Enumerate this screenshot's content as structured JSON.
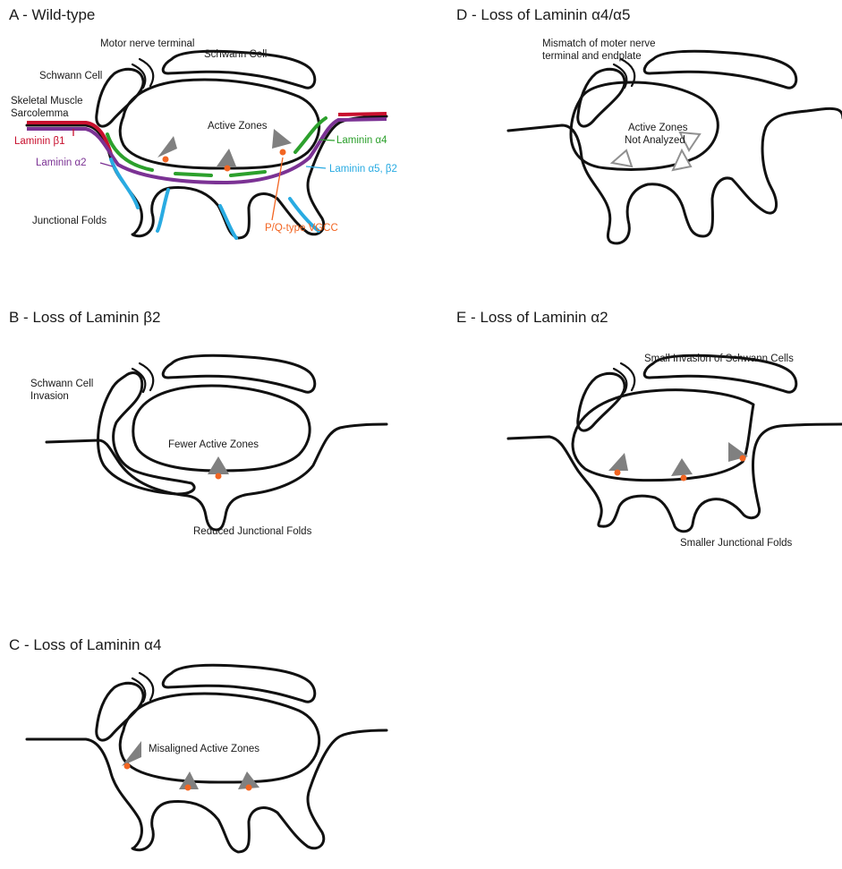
{
  "colors": {
    "outline": "#111111",
    "active_zone": "#808080",
    "vgcc": "#f26522",
    "laminin_b1": "#c8102e",
    "laminin_a2": "#7b3294",
    "laminin_a4": "#2ca02c",
    "laminin_a5_b2": "#29abe2"
  },
  "panels": {
    "a": {
      "title": "A - Wild-type",
      "labels": {
        "motor_nerve_terminal": "Motor nerve terminal",
        "schwann_cell_top": "Schwann Cell",
        "schwann_cell_left": "Schwann Cell",
        "skeletal_muscle_1": "Skeletal Muscle",
        "skeletal_muscle_2": "Sarcolemma",
        "active_zones": "Active Zones",
        "laminin_b1": "Laminin β1",
        "laminin_a2": "Laminin α2",
        "laminin_a4": "Laminin α4",
        "laminin_a5_b2": "Laminin α5, β2",
        "junctional_folds": "Junctional Folds",
        "vgcc": "P/Q-type VGCC"
      }
    },
    "b": {
      "title": "B - Loss of Laminin β2",
      "labels": {
        "schwann_invasion_1": "Schwann Cell",
        "schwann_invasion_2": "Invasion",
        "fewer_active_zones": "Fewer Active Zones",
        "reduced_folds": "Reduced Junctional Folds"
      }
    },
    "c": {
      "title": "C - Loss of Laminin α4",
      "labels": {
        "misaligned": "Misaligned Active Zones"
      }
    },
    "d": {
      "title": "D - Loss of Laminin α4/α5",
      "labels": {
        "mismatch_1": "Mismatch of moter nerve",
        "mismatch_2": "terminal and endplate",
        "not_analyzed_1": "Active Zones",
        "not_analyzed_2": "Not Analyzed"
      }
    },
    "e": {
      "title": "E - Loss of Laminin α2",
      "labels": {
        "small_invasion": "Small Invasion of Schwann Cells",
        "smaller_folds": "Smaller Junctional Folds"
      }
    }
  }
}
